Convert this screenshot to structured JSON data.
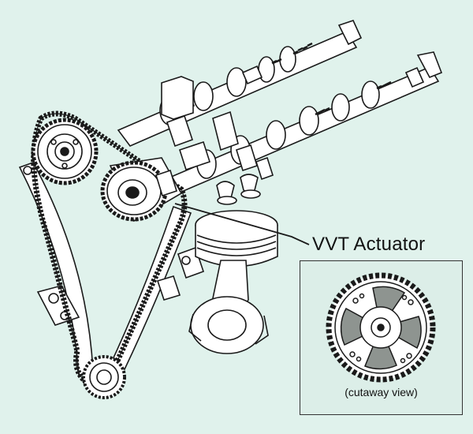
{
  "diagram": {
    "callout_label": "VVT Actuator",
    "inset_caption": "(cutaway view)"
  },
  "colors": {
    "background": "#e0f2ec",
    "line": "#1a1a1a",
    "part_fill": "#ffffff",
    "shade": "#9aa09c"
  },
  "parts": [
    "timing-chain",
    "intake-camshaft",
    "exhaust-camshaft",
    "cam-sprocket",
    "vvt-actuator",
    "chain-guide",
    "chain-tensioner",
    "piston",
    "connecting-rod",
    "crankshaft-sprocket"
  ]
}
